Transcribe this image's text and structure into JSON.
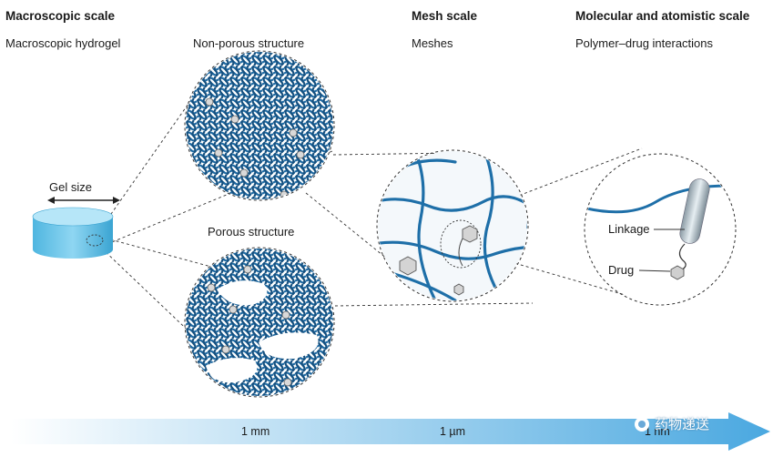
{
  "headers": {
    "macro": "Macroscopic scale",
    "mesh": "Mesh scale",
    "molecular": "Molecular and atomistic scale"
  },
  "subtitles": {
    "macro_hydrogel": "Macroscopic hydrogel",
    "non_porous": "Non-porous structure",
    "meshes": "Meshes",
    "polymer_drug": "Polymer–drug interactions"
  },
  "labels": {
    "gel_size": "Gel size",
    "porous": "Porous structure",
    "linkage": "Linkage",
    "drug": "Drug"
  },
  "scale_bar": {
    "mm": "1 mm",
    "um": "1 µm",
    "nm": "1 nm"
  },
  "watermark": "药物递送",
  "colors": {
    "polymer": "#1e6fa8",
    "network_dark": "#1b4f7a",
    "gel": "#5bbfe6",
    "scale_start": "#ffffff",
    "scale_end": "#4aa8e0"
  }
}
